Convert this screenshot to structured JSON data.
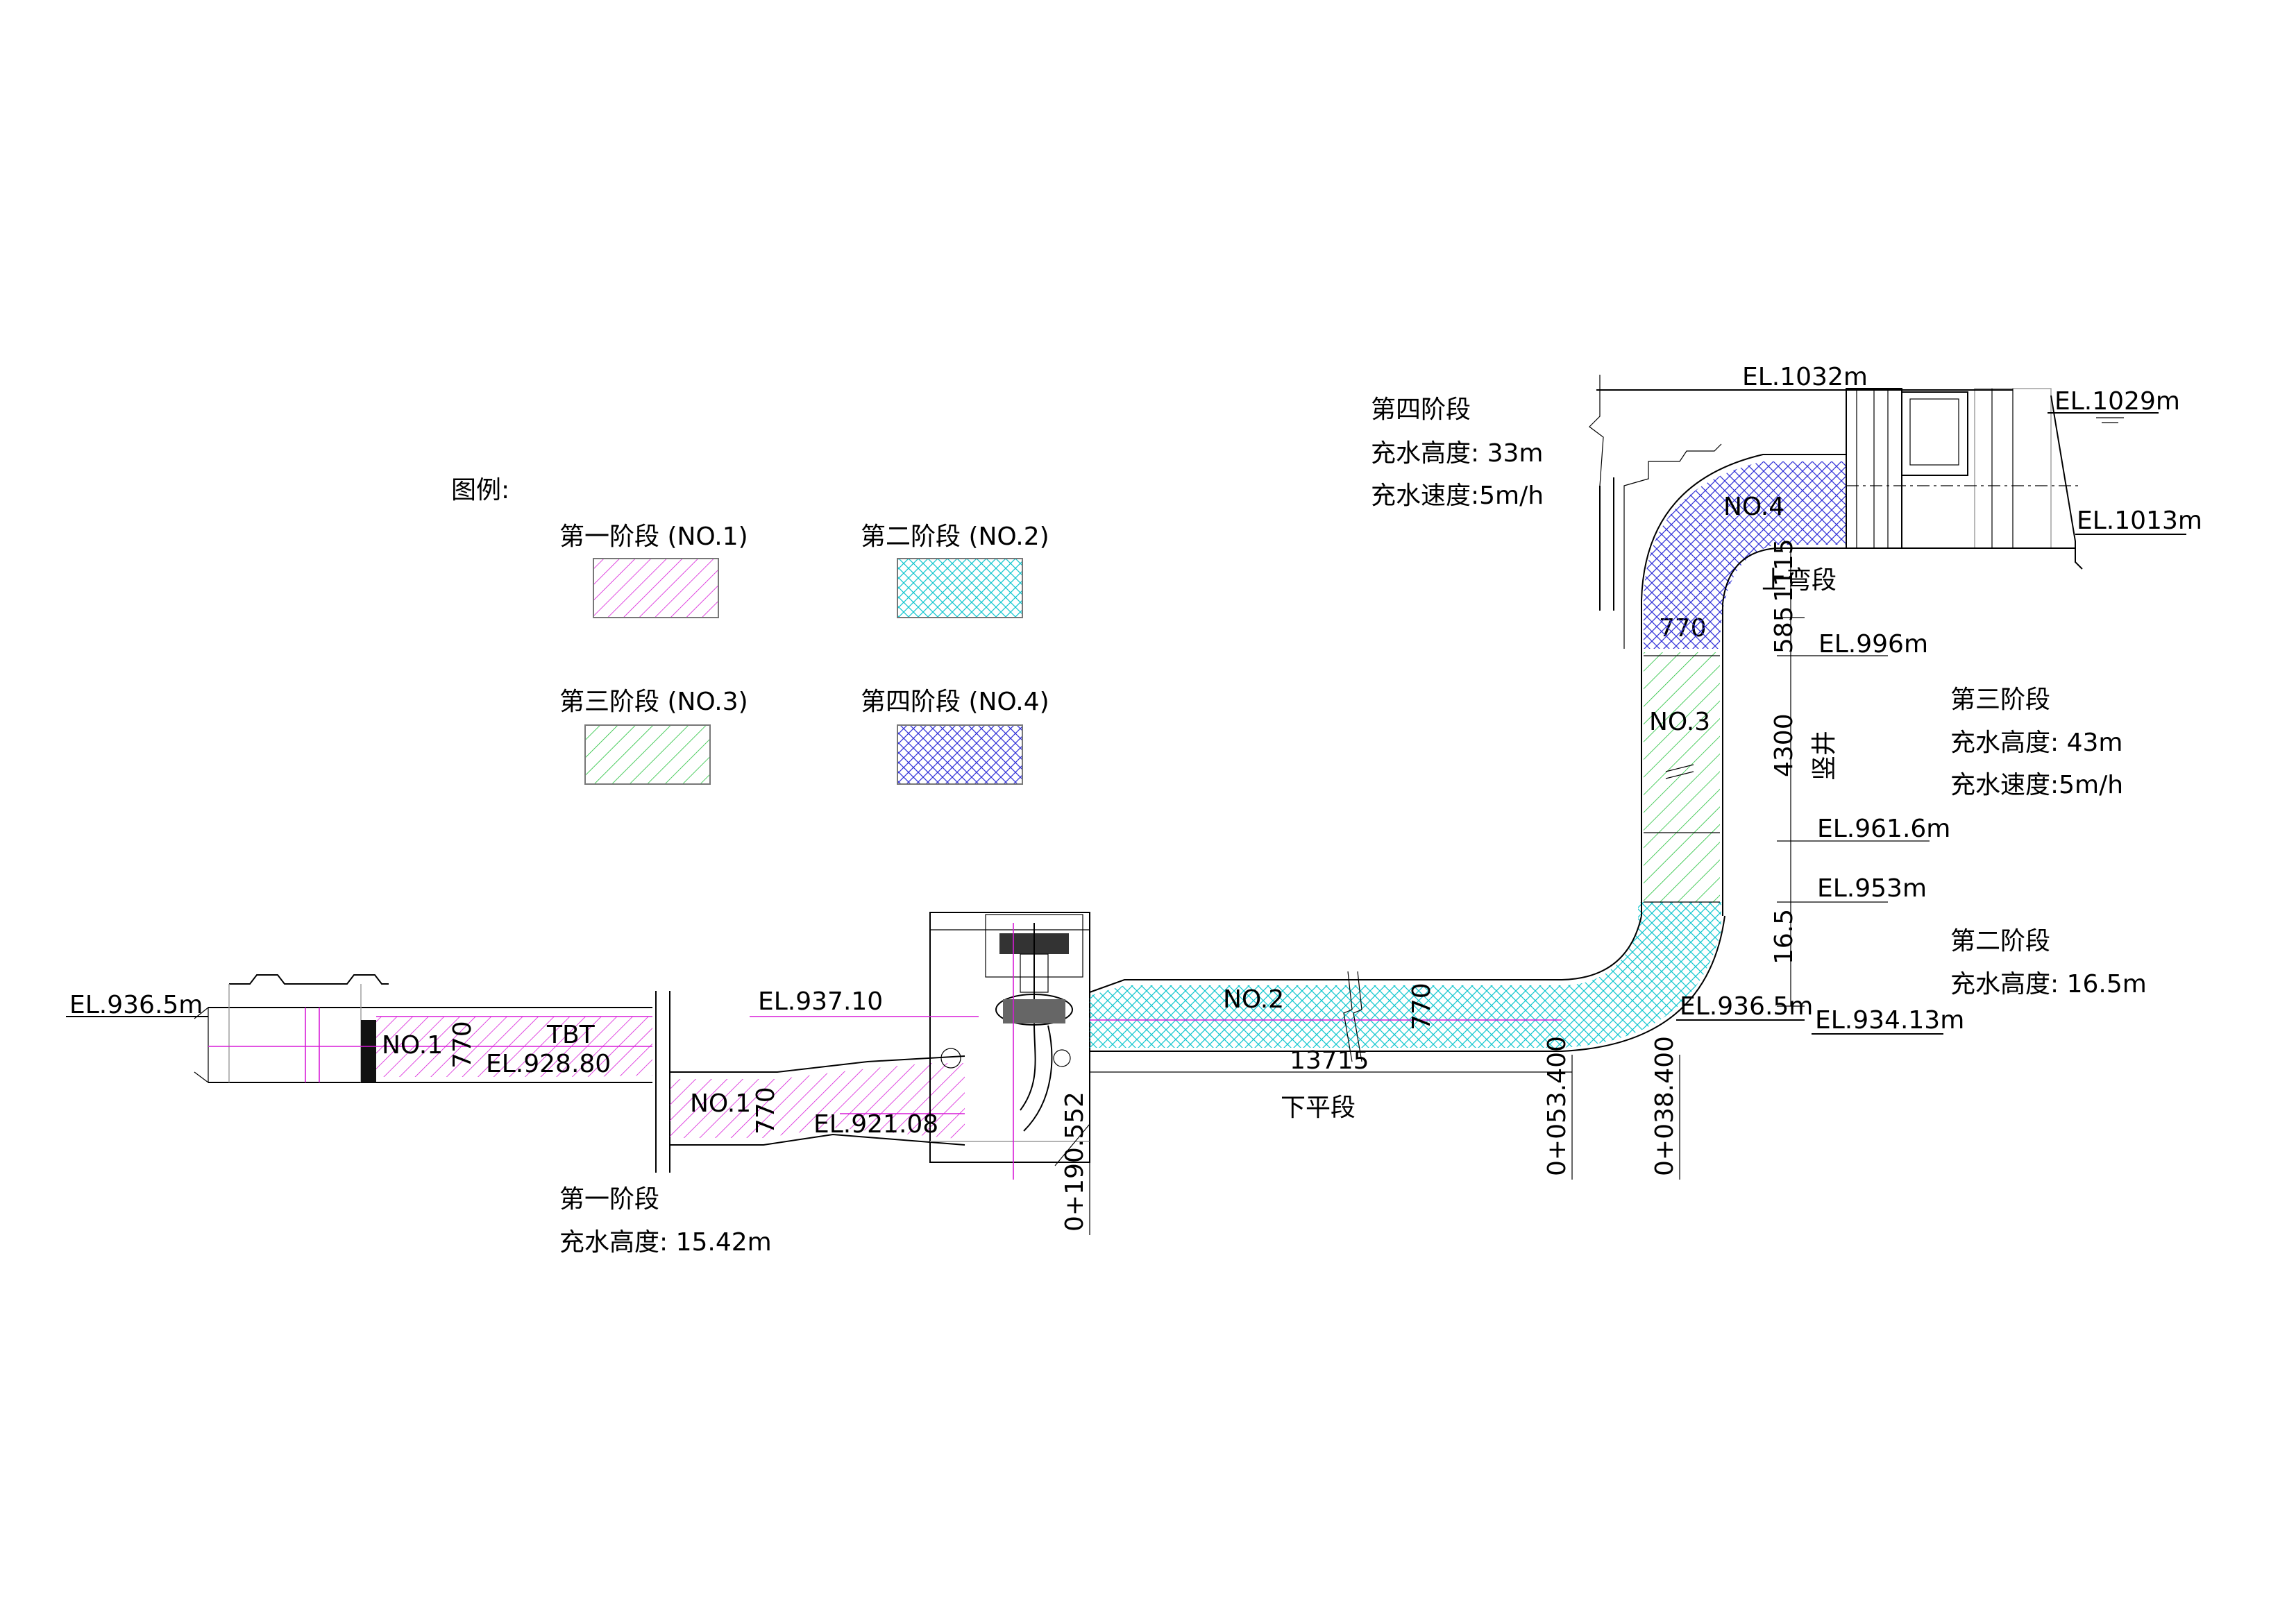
{
  "legend": {
    "title": "图例:",
    "items": [
      {
        "label": "第一阶段 (NO.1)",
        "pattern": "pink-hatch"
      },
      {
        "label": "第二阶段 (NO.2)",
        "pattern": "cyan-crosshatch"
      },
      {
        "label": "第三阶段 (NO.3)",
        "pattern": "green-hatch"
      },
      {
        "label": "第四阶段 (NO.4)",
        "pattern": "blue-crosshatch"
      }
    ]
  },
  "stages": {
    "stage1": {
      "title": "第一阶段",
      "height": "充水高度: 15.42m"
    },
    "stage2": {
      "title": "第二阶段",
      "height": "充水高度: 16.5m"
    },
    "stage3": {
      "title": "第三阶段",
      "height": "充水高度: 43m",
      "speed": "充水速度:5m/h"
    },
    "stage4": {
      "title": "第四阶段",
      "height": "充水高度: 33m",
      "speed": "充水速度:5m/h"
    }
  },
  "elevations": {
    "el9365_left": "EL.936.5m",
    "el92880": "EL.928.80",
    "el93710": "EL.937.10",
    "el92108": "EL.921.08",
    "el9365_right": "EL.936.5m",
    "el93413": "EL.934.13m",
    "el953": "EL.953m",
    "el9616": "EL.961.6m",
    "el996": "EL.996m",
    "el1013": "EL.1013m",
    "el1029": "EL.1029m",
    "el1032": "EL.1032m"
  },
  "section_labels": {
    "no1_a": "NO.1",
    "no1_b": "NO.1",
    "no2": "NO.2",
    "no3": "NO.3",
    "no4": "NO.4",
    "tbt": "TBT",
    "lower_flat": "下平段",
    "upper_bend": "上弯段",
    "shaft": "竖井"
  },
  "dimensions": {
    "d770_a": "770",
    "d770_b": "770",
    "d770_c": "770",
    "d770_d": "770",
    "d13715": "13715",
    "d1115": "1115",
    "d585": "585",
    "d4300": "4300",
    "d165": "16.5"
  },
  "stations": {
    "s190552": "0+190.552",
    "s053400": "0+053.400",
    "s038400": "0+038.400"
  },
  "colors": {
    "stage1": "#d81bd8",
    "stage2": "#16c8d0",
    "stage3": "#22c13a",
    "stage4": "#3434d8"
  }
}
